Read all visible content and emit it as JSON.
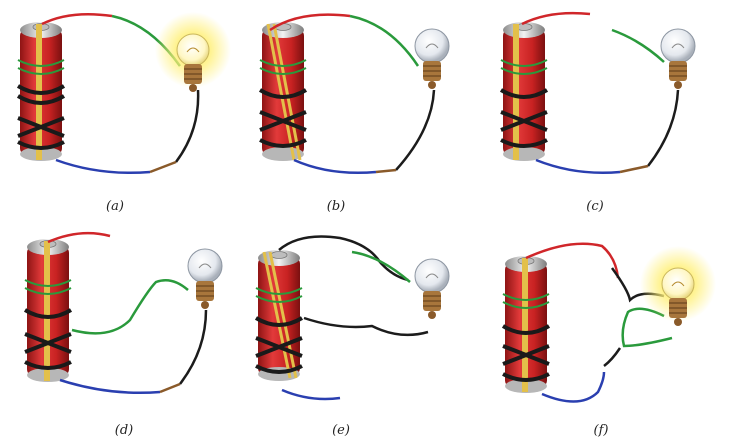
{
  "figure": {
    "panels": [
      {
        "caption": "(a)",
        "bulb_state": "lit"
      },
      {
        "caption": "(b)",
        "bulb_state": "unlit"
      },
      {
        "caption": "(c)",
        "bulb_state": "unlit"
      },
      {
        "caption": "(d)",
        "bulb_state": "unlit"
      },
      {
        "caption": "(e)",
        "bulb_state": "unlit"
      },
      {
        "caption": "(f)",
        "bulb_state": "lit"
      }
    ]
  },
  "colors": {
    "battery_body": "#d42a2a",
    "battery_cap": "#c9c9c9",
    "tape": "#e3c04a",
    "rubber_band": "#1a1a1a",
    "wire_red": "#d0262a",
    "wire_green": "#2a9a3c",
    "wire_black": "#1c1c1c",
    "wire_blue": "#2a3fb0",
    "bulb_glow": "#fff07a",
    "bulb_glass": "#eef2f6",
    "bulb_base": "#a8763c"
  }
}
